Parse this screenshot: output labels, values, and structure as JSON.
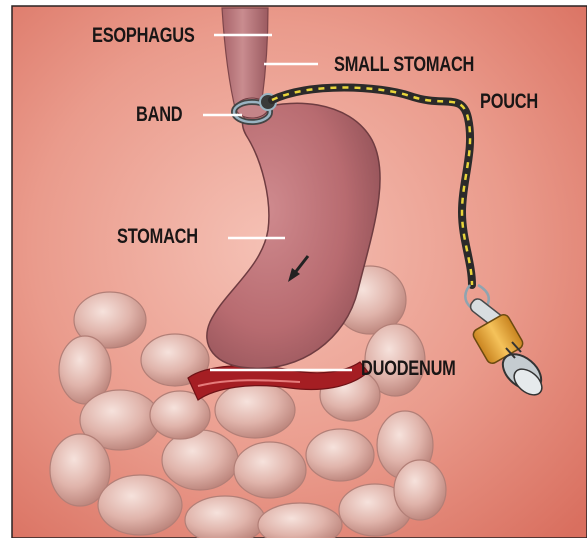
{
  "labels": {
    "esophagus": "ESOPHAGUS",
    "small_stomach": "SMALL STOMACH",
    "pouch": "POUCH",
    "band": "BAND",
    "stomach": "STOMACH",
    "duodenum": "DUODENUM"
  },
  "colors": {
    "background_center": "#f2b3a6",
    "background_edge": "#dc7565",
    "stomach": "#bf7276",
    "tube_dark": "#2b2a2a",
    "tube_stripe": "#e8d43a",
    "port_body": "#e8a83a",
    "leader_lines": "#ffffff"
  }
}
